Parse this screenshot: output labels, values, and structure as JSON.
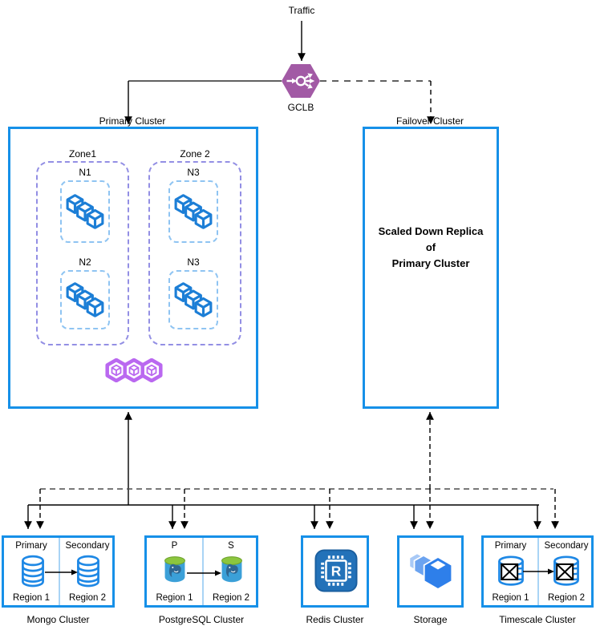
{
  "colors": {
    "cluster_border": "#1690E8",
    "zone_border": "#938FE4",
    "node_border": "#8FC4F2",
    "gke_cube_blue": "#1C7ED6",
    "anthos_purple": "#BA68F0",
    "gclb_purple": "#A25AA5",
    "redis_blue": "#2372B9",
    "storage_blue": "#2E7FEA",
    "postgres_body": "#3BA0D8",
    "postgres_green": "#8CC63E",
    "db_divider": "#A9D4F5"
  },
  "top": {
    "traffic_label": "Traffic",
    "gclb_label": "GCLB"
  },
  "primary_cluster": {
    "label": "Primary Cluster",
    "zones": [
      {
        "label": "Zone1",
        "nodes": [
          "N1",
          "N2"
        ]
      },
      {
        "label": "Zone 2",
        "nodes": [
          "N3",
          "N3"
        ]
      }
    ]
  },
  "failover_cluster": {
    "label": "Failover Cluster",
    "line1": "Scaled Down Replica",
    "line2": "of",
    "line3": "Primary Cluster"
  },
  "clusters": {
    "mongo": {
      "label": "Mongo Cluster",
      "left_role": "Primary",
      "right_role": "Secondary",
      "left_region": "Region 1",
      "right_region": "Region 2"
    },
    "postgres": {
      "label": "PostgreSQL Cluster",
      "left_role": "P",
      "right_role": "S",
      "left_region": "Region 1",
      "right_region": "Region 2"
    },
    "redis": {
      "label": "Redis Cluster"
    },
    "storage": {
      "label": "Storage"
    },
    "timescale": {
      "label": "Timescale Cluster",
      "left_role": "Primary",
      "right_role": "Secondary",
      "left_region": "Region 1",
      "right_region": "Region 2"
    }
  }
}
